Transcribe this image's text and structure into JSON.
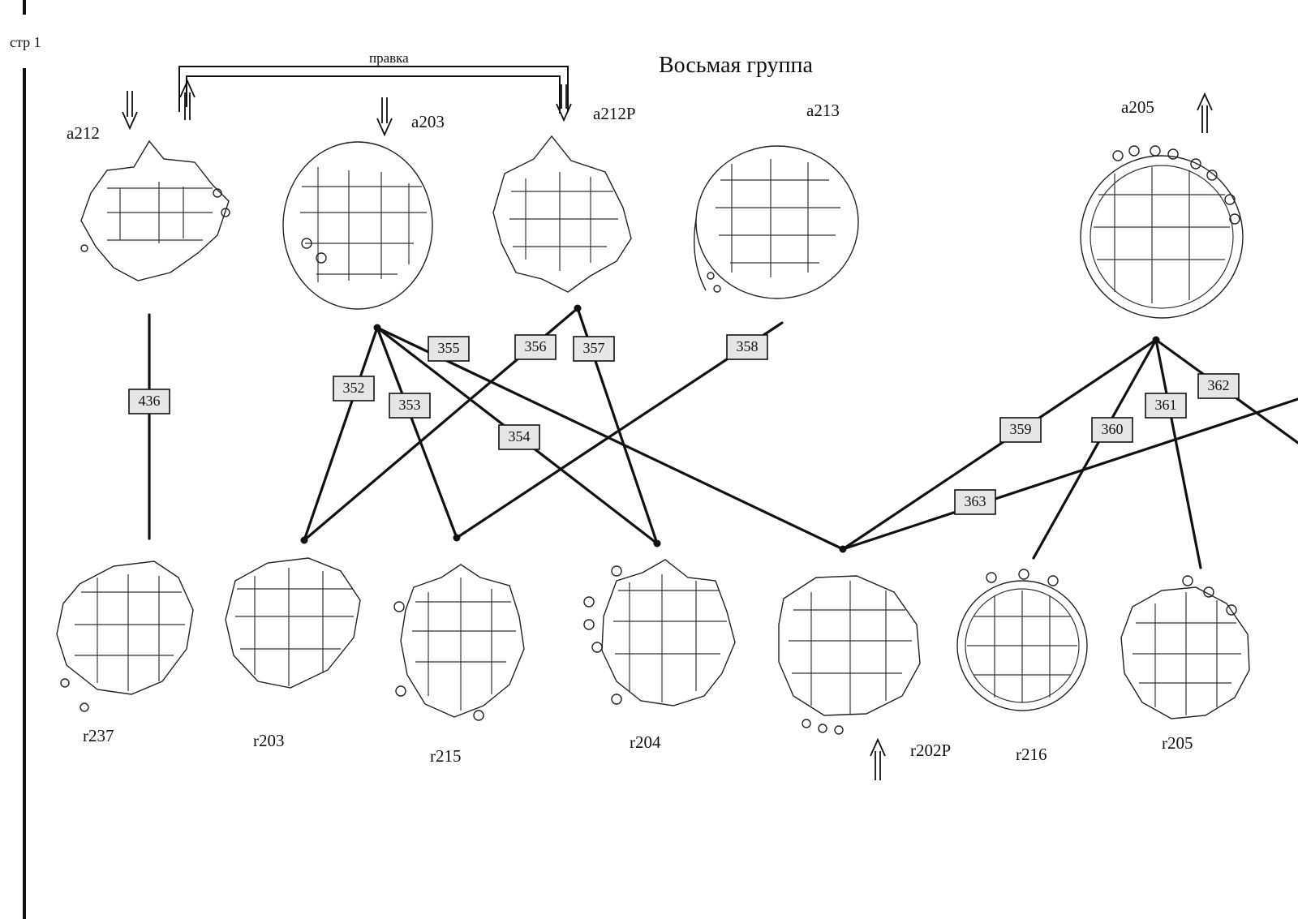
{
  "page_label": "стр 1",
  "title": "Восьмая группа",
  "bracket_label": "правка",
  "top_coins": [
    {
      "id": "a212"
    },
    {
      "id": "a203"
    },
    {
      "id": "a212P"
    },
    {
      "id": "a213"
    },
    {
      "id": "a205"
    }
  ],
  "bottom_coins": [
    {
      "id": "r237"
    },
    {
      "id": "r203"
    },
    {
      "id": "r215"
    },
    {
      "id": "r204"
    },
    {
      "id": "r202P"
    },
    {
      "id": "r216"
    },
    {
      "id": "r205"
    }
  ],
  "links": [
    {
      "label": "436",
      "from": "a212",
      "to": "r237"
    },
    {
      "label": "352",
      "from": "a203",
      "to": "r203"
    },
    {
      "label": "353",
      "from": "a203",
      "to": "r215"
    },
    {
      "label": "354",
      "from": "a203",
      "to": "r204"
    },
    {
      "label": "355",
      "from": "a203",
      "to": "r202P"
    },
    {
      "label": "356",
      "from": "a212P",
      "to": "r203"
    },
    {
      "label": "357",
      "from": "a212P",
      "to": "r204"
    },
    {
      "label": "358",
      "from": "a213",
      "to": "r215"
    },
    {
      "label": "359",
      "from": "a205",
      "to": "r202P"
    },
    {
      "label": "360",
      "from": "a205",
      "to": "r216"
    },
    {
      "label": "361",
      "from": "a205",
      "to": "r205"
    },
    {
      "label": "362",
      "from": "a205",
      "to": ""
    },
    {
      "label": "363",
      "from": "",
      "to": "r202P"
    }
  ],
  "colors": {
    "ink": "#111111",
    "label_fill": "#e6e6e6",
    "background": "#ffffff"
  }
}
